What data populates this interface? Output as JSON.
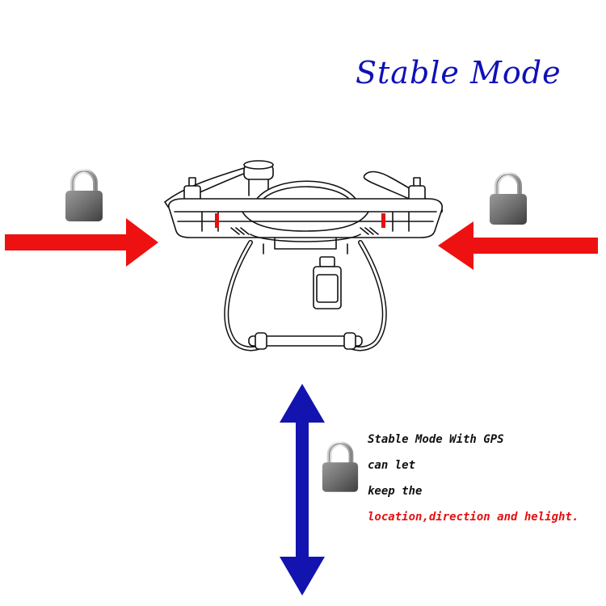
{
  "title": "Stable Mode",
  "caption": {
    "line1": "Stable Mode With GPS",
    "line2": "can let",
    "line3": "keep the",
    "line4": "location,direction and helight."
  },
  "colors": {
    "title": "#1010b8",
    "red_arrow": "#ee1111",
    "blue_arrow": "#1313b0",
    "highlight_text": "#e31010",
    "lock_body": "#6f6f6f"
  },
  "icons": [
    "padlock-icon",
    "red-arrow-right",
    "red-arrow-left",
    "blue-arrow-vertical",
    "drone-illustration"
  ]
}
